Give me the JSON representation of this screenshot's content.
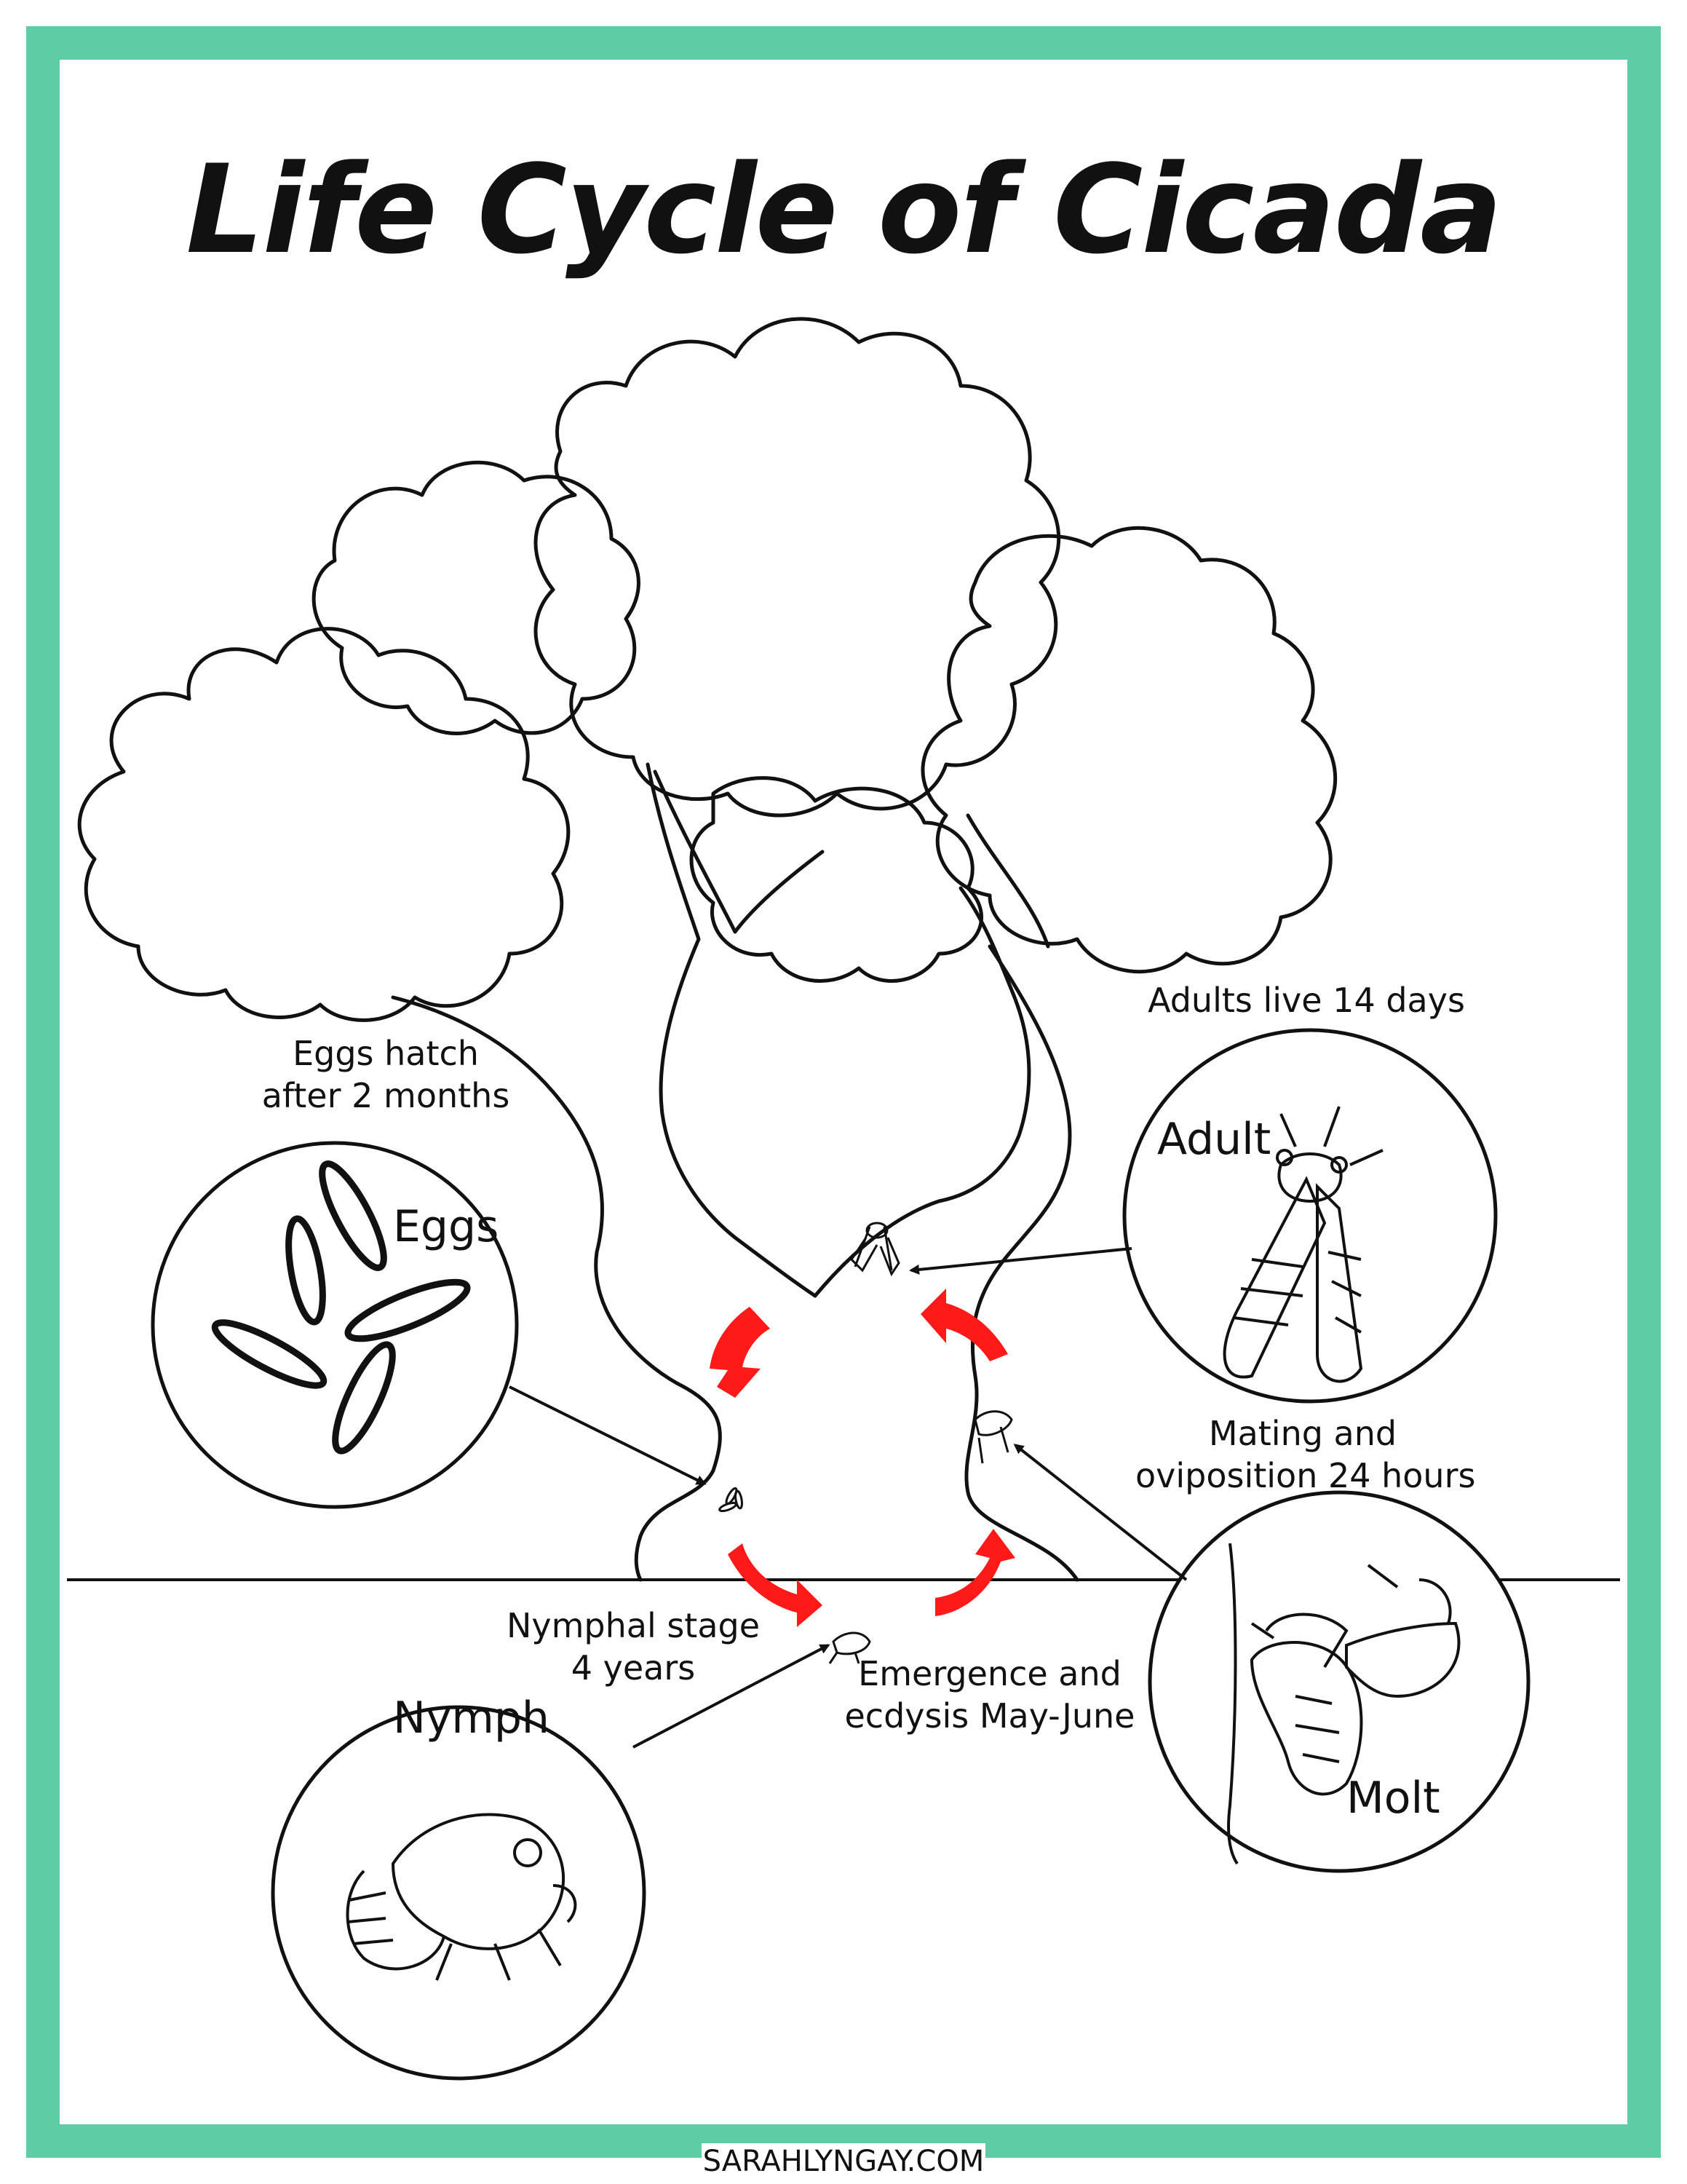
{
  "title": "Life Cycle of Cicada",
  "colors": {
    "border": "#5ecda5",
    "arrow_cycle": "#ff1a1a",
    "ink": "#111111"
  },
  "stages": [
    {
      "id": "eggs",
      "name": "Eggs",
      "caption": [
        "Eggs hatch",
        "after 2 months"
      ]
    },
    {
      "id": "adult",
      "name": "Adult",
      "caption": [
        "Adults live 14 days"
      ]
    },
    {
      "id": "mating",
      "caption": [
        "Mating and",
        "oviposition 24 hours"
      ]
    },
    {
      "id": "nymph",
      "name": "Nymph",
      "caption": [
        "Nymphal stage",
        "4 years"
      ]
    },
    {
      "id": "emergence",
      "caption": [
        "Emergence and",
        "ecdysis May-June"
      ]
    },
    {
      "id": "molt",
      "name": "Molt"
    }
  ],
  "footer": "SARAHLYNGAY.COM"
}
